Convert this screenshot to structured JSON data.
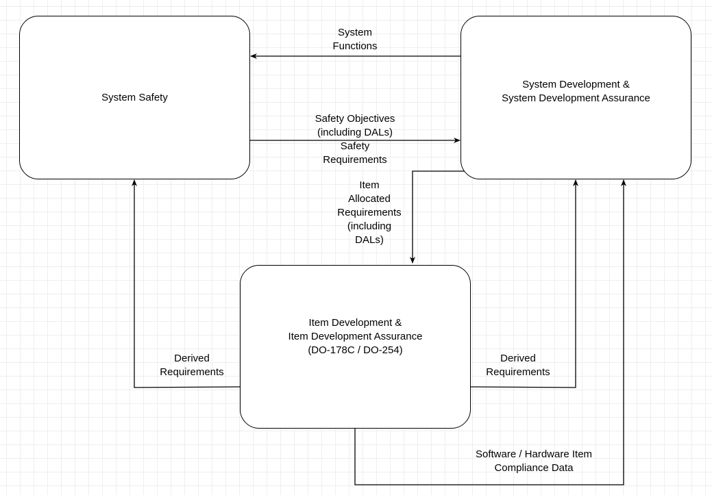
{
  "nodes": {
    "system_safety": {
      "lines": [
        "System Safety"
      ]
    },
    "system_development": {
      "lines": [
        "System Development &",
        "System Development Assurance"
      ]
    },
    "item_development": {
      "lines": [
        "Item Development &",
        "Item Development Assurance",
        "(DO-178C / DO-254)"
      ]
    }
  },
  "edges": {
    "system_functions": {
      "from": "System Development & System Development Assurance",
      "to": "System Safety",
      "lines": [
        "System",
        "Functions"
      ]
    },
    "safety_objectives": {
      "from": "System Safety",
      "to": "System Development & System Development Assurance",
      "lines": [
        "Safety Objectives",
        "(including DALs)",
        "Safety",
        "Requirements"
      ]
    },
    "item_allocated_requirements": {
      "from": "System Development & System Development Assurance",
      "to": "Item Development & Item Development Assurance",
      "lines": [
        "Item",
        "Allocated",
        "Requirements",
        "(including",
        "DALs)"
      ]
    },
    "derived_requirements_left": {
      "from": "Item Development & Item Development Assurance",
      "to": "System Safety",
      "lines": [
        "Derived",
        "Requirements"
      ]
    },
    "derived_requirements_right": {
      "from": "Item Development & Item Development Assurance",
      "to": "System Development & System Development Assurance",
      "lines": [
        "Derived",
        "Requirements"
      ]
    },
    "compliance_data": {
      "from": "Item Development & Item Development Assurance",
      "to": "System Development & System Development Assurance",
      "lines": [
        "Software / Hardware Item",
        "Compliance Data"
      ]
    }
  }
}
